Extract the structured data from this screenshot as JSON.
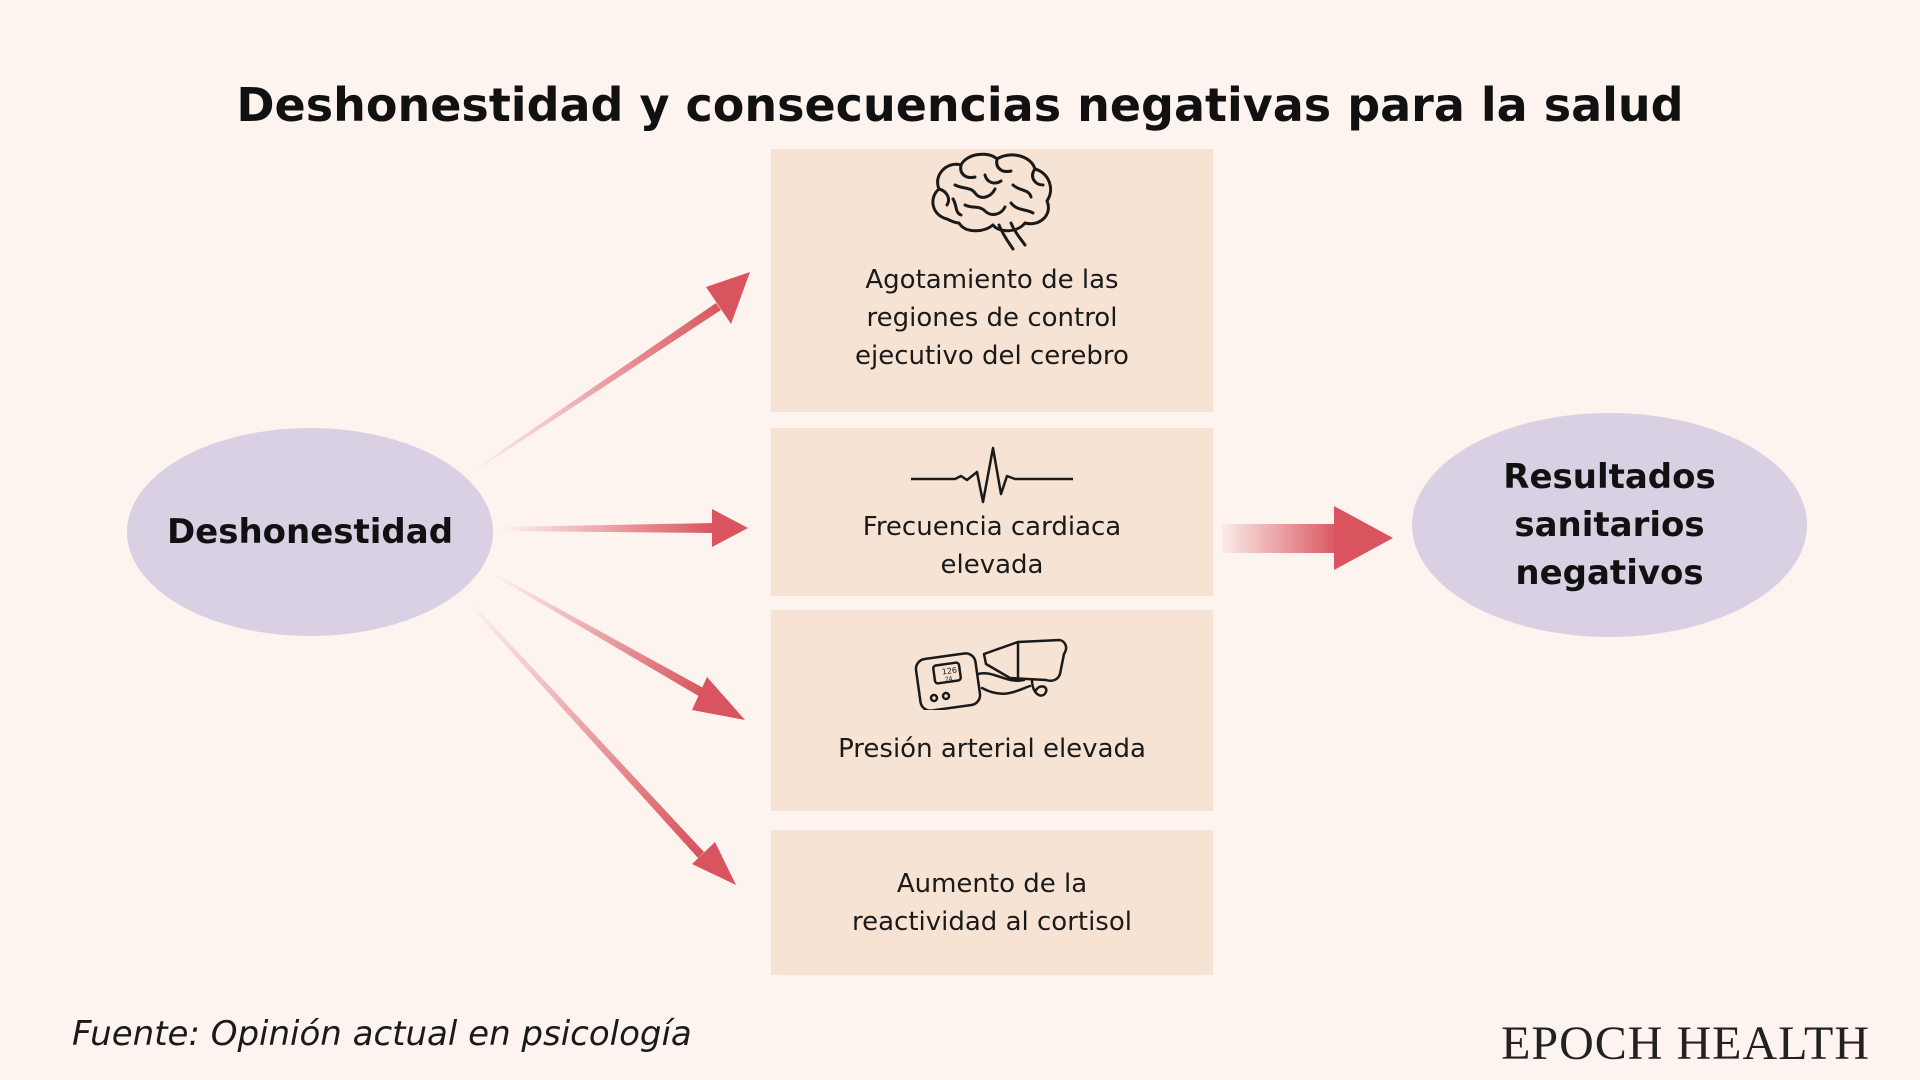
{
  "title": "Deshonestidad y consecuencias negativas para la salud",
  "source_node": {
    "label": "Deshonestidad"
  },
  "effects": [
    {
      "label": "Agotamiento de las\nregiones de control\nejecutivo del cerebro",
      "icon": "brain-icon"
    },
    {
      "label": "Frecuencia cardiaca\nelevada",
      "icon": "heartbeat-icon"
    },
    {
      "label": "Presión arterial elevada",
      "icon": "blood-pressure-monitor-icon"
    },
    {
      "label": "Aumento de la\nreactividad al cortisol",
      "icon": ""
    }
  ],
  "outcome_node": {
    "label": "Resultados sanitarios negativos"
  },
  "footer": {
    "source": "Fuente: Opinión actual en psicología",
    "brand": "EPOCH HEALTH"
  },
  "colors": {
    "background": "#fdf3ef",
    "node_fill": "#d9d1e3",
    "box_fill": "#f7e3d4",
    "arrow": "#d9545e"
  }
}
